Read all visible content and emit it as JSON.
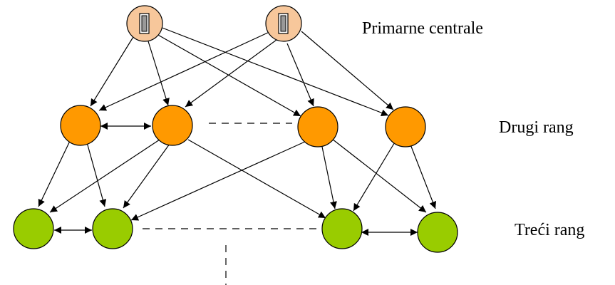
{
  "labels": {
    "primary": "Primarne centrale",
    "second": "Drugi rang",
    "third": "Treći rang"
  },
  "colors": {
    "primary_fill": "#f7c79b",
    "second_fill": "#ff9900",
    "third_fill": "#99cc00",
    "stroke": "#000000"
  },
  "node_icons": {
    "primary": "switch-icon"
  }
}
